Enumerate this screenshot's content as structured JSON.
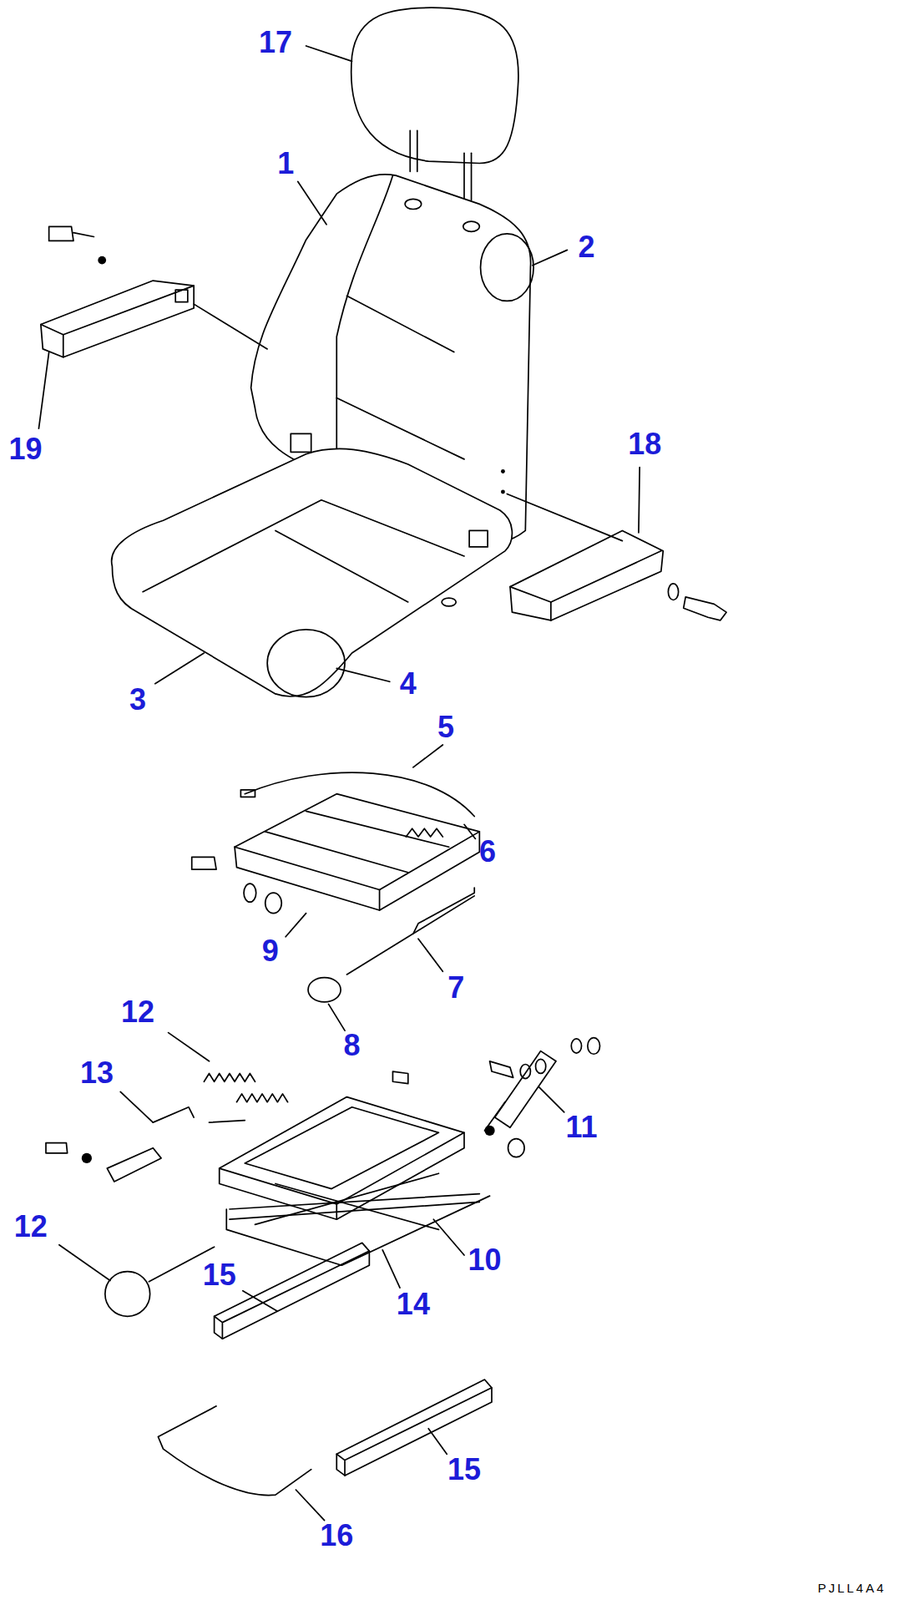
{
  "diagram": {
    "labels": [
      "17",
      "1",
      "2",
      "19",
      "18",
      "3",
      "4",
      "5",
      "6",
      "9",
      "7",
      "8",
      "12",
      "13",
      "11",
      "12",
      "15",
      "14",
      "10",
      "15",
      "16",
      "PJLL4A4"
    ]
  }
}
